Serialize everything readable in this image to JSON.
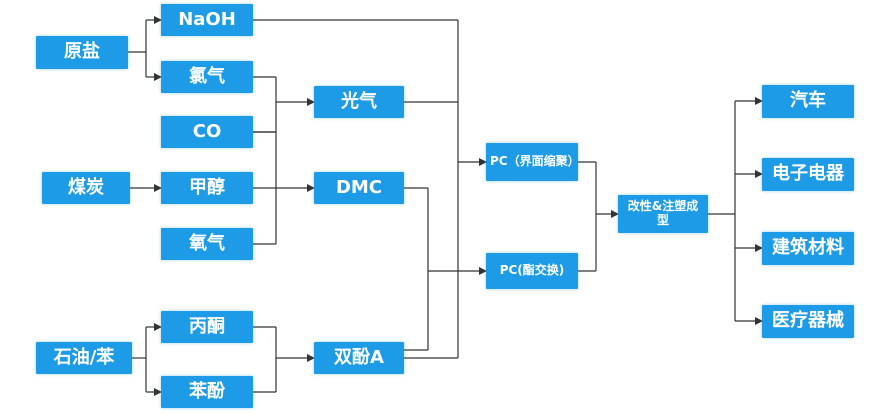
{
  "colors": {
    "box": "#1e9be6",
    "text": "#ffffff",
    "line": "#333333"
  },
  "nodes": {
    "yuanyan": "原盐",
    "meitan": "煤炭",
    "shiyou": "石油/苯",
    "naoh": "NaOH",
    "lvqi": "氯气",
    "co": "CO",
    "jiachun": "甲醇",
    "yangqi": "氧气",
    "bingtong": "丙酮",
    "benfen": "苯酚",
    "guangqi": "光气",
    "dmc": "DMC",
    "shuangfen": "双酚A",
    "pc_jiemian": "PC（界面缩聚）",
    "pc_zhijiaohuan": "PC(酯交换)",
    "gaixing": "改性&注塑成型",
    "qiche": "汽车",
    "dianzi": "电子电器",
    "jianzhu": "建筑材料",
    "yiliao": "医疗器械"
  }
}
